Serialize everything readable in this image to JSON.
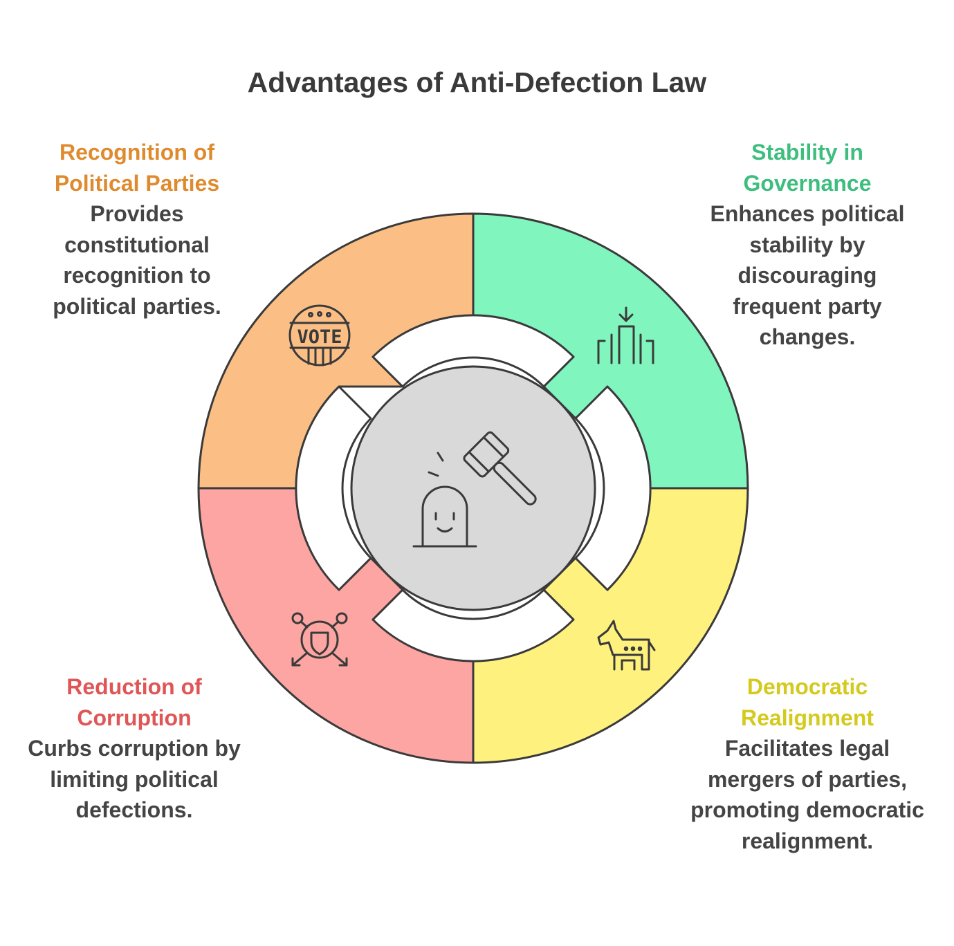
{
  "title": "Advantages of Anti-Defection Law",
  "sections": [
    {
      "id": "recognition",
      "heading": "Recognition of Political Parties",
      "body": "Provides constitutional recognition to political parties.",
      "color": "#E08A2E",
      "fill": "#FBBF86",
      "icon": "vote-icon"
    },
    {
      "id": "stability",
      "heading": "Stability in Governance",
      "body": "Enhances political stability by discouraging frequent party changes.",
      "color": "#3DBE7E",
      "fill": "#80F5BE",
      "icon": "stability-chart-icon"
    },
    {
      "id": "corruption",
      "heading": "Reduction of Corruption",
      "body": "Curbs corruption by limiting political defections.",
      "color": "#E05555",
      "fill": "#FCA5A2",
      "icon": "shield-network-icon"
    },
    {
      "id": "realignment",
      "heading": "Democratic Realignment",
      "body": "Facilitates legal mergers of parties, promoting democratic realignment.",
      "color": "#D4CA1E",
      "fill": "#FFF17E",
      "icon": "donkey-icon"
    }
  ],
  "center": {
    "icon": "gavel-icon",
    "fill": "#D9D9D9"
  },
  "vote_icon_text": "VOTE"
}
